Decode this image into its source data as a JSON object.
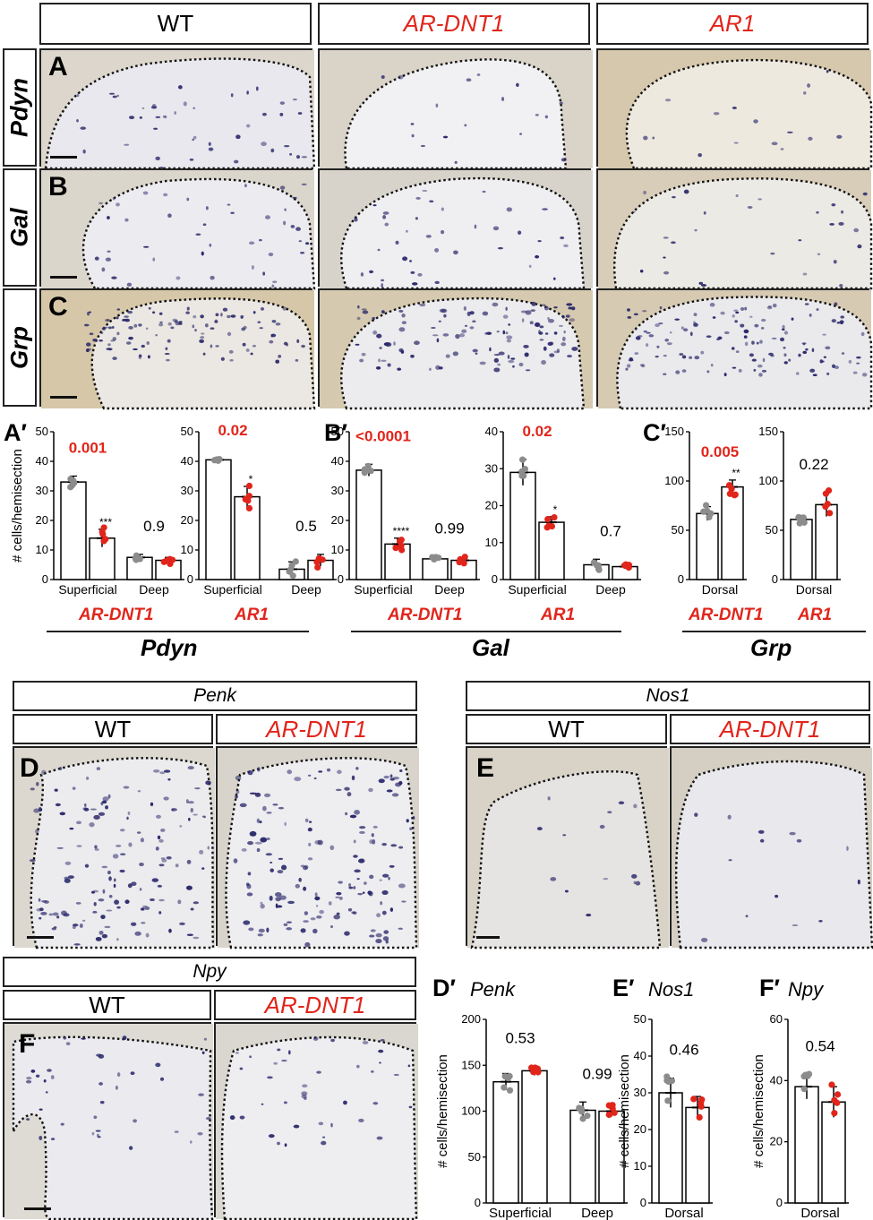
{
  "top_headers": {
    "wt": "WT",
    "dnt1": "AR-DNT1",
    "ar1": "AR1"
  },
  "row_labels": {
    "pdyn": "Pdyn",
    "gal": "Gal",
    "grp": "Grp"
  },
  "letters": {
    "A": "A",
    "B": "B",
    "C": "C",
    "D": "D",
    "E": "E",
    "F": "F"
  },
  "quant_groups": {
    "pdyn": "Pdyn",
    "gal": "Gal",
    "grp": "Grp"
  },
  "genotype_labels": {
    "dnt1": "AR-DNT1",
    "ar1": "AR1"
  },
  "penk_section": {
    "title": "Penk",
    "wt": "WT",
    "dnt1": "AR-DNT1"
  },
  "nos1_section": {
    "title": "Nos1",
    "wt": "WT",
    "dnt1": "AR-DNT1"
  },
  "npy_section": {
    "title": "Npy",
    "wt": "WT",
    "dnt1": "AR-DNT1"
  },
  "colors": {
    "wt_dots": "#8c8c8c",
    "mutant": "#e1251b",
    "stain": "#2b2a6b"
  },
  "chart_data": [
    {
      "id": "A_prime_1",
      "panel": "A′",
      "type": "bar",
      "ylabel": "# cells/hemisection",
      "ylim": [
        0,
        50
      ],
      "yticks": [
        0,
        10,
        20,
        30,
        40,
        50
      ],
      "categories": [
        "Superficial",
        "Deep"
      ],
      "group": "AR-DNT1",
      "series": [
        {
          "name": "WT",
          "values": [
            33,
            7.5
          ],
          "err": [
            2,
            1
          ]
        },
        {
          "name": "AR-DNT1",
          "values": [
            14,
            6.5
          ],
          "err": [
            3,
            1
          ]
        }
      ],
      "pvalues": [
        {
          "text": "0.001",
          "red": true
        },
        {
          "text": "0.9",
          "red": false
        }
      ],
      "stars": [
        "***",
        ""
      ]
    },
    {
      "id": "A_prime_2",
      "type": "bar",
      "ylim": [
        0,
        50
      ],
      "yticks": [
        0,
        10,
        20,
        30,
        40,
        50
      ],
      "categories": [
        "Superficial",
        "Deep"
      ],
      "group": "AR1",
      "series": [
        {
          "name": "WT",
          "values": [
            40.5,
            3.5
          ],
          "err": [
            0.4,
            2.5
          ]
        },
        {
          "name": "AR1",
          "values": [
            28,
            6.5
          ],
          "err": [
            3.5,
            2
          ]
        }
      ],
      "pvalues": [
        {
          "text": "0.02",
          "red": true
        },
        {
          "text": "0.5",
          "red": false
        }
      ],
      "stars": [
        "*",
        ""
      ]
    },
    {
      "id": "B_prime_1",
      "panel": "B′",
      "type": "bar",
      "ylim": [
        0,
        50
      ],
      "yticks": [
        0,
        10,
        20,
        30,
        40,
        50
      ],
      "categories": [
        "Superficial",
        "Deep"
      ],
      "group": "AR-DNT1",
      "series": [
        {
          "name": "WT",
          "values": [
            37,
            7
          ],
          "err": [
            2,
            0.8
          ]
        },
        {
          "name": "AR-DNT1",
          "values": [
            12,
            6.5
          ],
          "err": [
            2,
            1
          ]
        }
      ],
      "pvalues": [
        {
          "text": "<0.0001",
          "red": true
        },
        {
          "text": "0.99",
          "red": false
        }
      ],
      "stars": [
        "****",
        ""
      ]
    },
    {
      "id": "B_prime_2",
      "type": "bar",
      "ylim": [
        0,
        40
      ],
      "yticks": [
        0,
        10,
        20,
        30,
        40
      ],
      "categories": [
        "Superficial",
        "Deep"
      ],
      "group": "AR1",
      "series": [
        {
          "name": "WT",
          "values": [
            29,
            4
          ],
          "err": [
            3.5,
            1.5
          ]
        },
        {
          "name": "AR1",
          "values": [
            15.5,
            3.5
          ],
          "err": [
            1.5,
            0.6
          ]
        }
      ],
      "pvalues": [
        {
          "text": "0.02",
          "red": true
        },
        {
          "text": "0.7",
          "red": false
        }
      ],
      "stars": [
        "*",
        ""
      ]
    },
    {
      "id": "C_prime_1",
      "panel": "C′",
      "type": "bar",
      "ylim": [
        0,
        150
      ],
      "yticks": [
        0,
        50,
        100,
        150
      ],
      "categories": [
        "Dorsal"
      ],
      "group": "AR-DNT1",
      "series": [
        {
          "name": "WT",
          "values": [
            67
          ],
          "err": [
            7
          ]
        },
        {
          "name": "AR-DNT1",
          "values": [
            94
          ],
          "err": [
            7
          ]
        }
      ],
      "pvalues": [
        {
          "text": "0.005",
          "red": true
        }
      ],
      "stars": [
        "**"
      ]
    },
    {
      "id": "C_prime_2",
      "type": "bar",
      "ylim": [
        0,
        150
      ],
      "yticks": [
        0,
        50,
        100,
        150
      ],
      "categories": [
        "Dorsal"
      ],
      "group": "AR1",
      "series": [
        {
          "name": "WT",
          "values": [
            61
          ],
          "err": [
            4
          ]
        },
        {
          "name": "AR1",
          "values": [
            76
          ],
          "err": [
            12
          ]
        }
      ],
      "pvalues": [
        {
          "text": "0.22",
          "red": false
        }
      ],
      "stars": [
        ""
      ]
    },
    {
      "id": "D_prime",
      "panel": "D′",
      "gene": "Penk",
      "type": "bar",
      "ylabel": "# cells/hemisection",
      "ylim": [
        0,
        200
      ],
      "yticks": [
        0,
        50,
        100,
        150,
        200
      ],
      "categories": [
        "Superficial",
        "Deep"
      ],
      "series": [
        {
          "name": "WT",
          "values": [
            132,
            101
          ],
          "err": [
            9,
            9
          ]
        },
        {
          "name": "AR-DNT1",
          "values": [
            144,
            100
          ],
          "err": [
            5,
            6
          ]
        }
      ],
      "pvalues": [
        {
          "text": "0.53",
          "red": false
        },
        {
          "text": "0.99",
          "red": false
        }
      ],
      "stars": [
        "",
        ""
      ]
    },
    {
      "id": "E_prime",
      "panel": "E′",
      "gene": "Nos1",
      "type": "bar",
      "ylabel": "# cells/hemisection",
      "ylim": [
        0,
        50
      ],
      "yticks": [
        0,
        10,
        20,
        30,
        40,
        50
      ],
      "categories": [
        "Dorsal"
      ],
      "series": [
        {
          "name": "WT",
          "values": [
            30
          ],
          "err": [
            4
          ]
        },
        {
          "name": "AR-DNT1",
          "values": [
            26
          ],
          "err": [
            3
          ]
        }
      ],
      "pvalues": [
        {
          "text": "0.46",
          "red": false
        }
      ],
      "stars": [
        ""
      ]
    },
    {
      "id": "F_prime",
      "panel": "F′",
      "gene": "Npy",
      "type": "bar",
      "ylabel": "# cells/hemisection",
      "ylim": [
        0,
        60
      ],
      "yticks": [
        0,
        20,
        40,
        60
      ],
      "categories": [
        "Dorsal"
      ],
      "series": [
        {
          "name": "WT",
          "values": [
            38
          ],
          "err": [
            4
          ]
        },
        {
          "name": "AR-DNT1",
          "values": [
            33
          ],
          "err": [
            5
          ]
        }
      ],
      "pvalues": [
        {
          "text": "0.54",
          "red": false
        }
      ],
      "stars": [
        ""
      ]
    }
  ]
}
